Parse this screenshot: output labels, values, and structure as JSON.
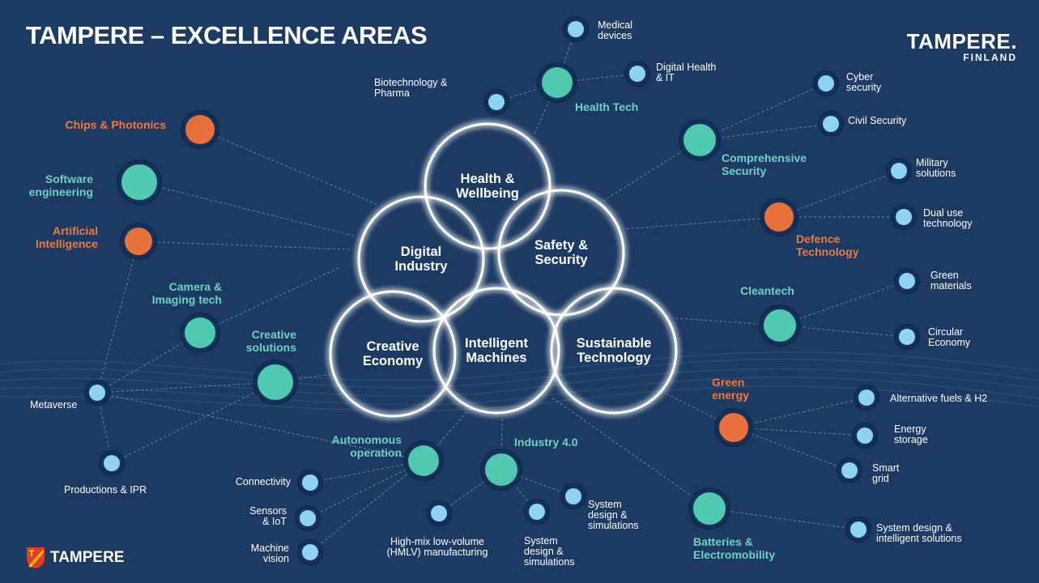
{
  "title": "TAMPERE – EXCELLENCE AREAS",
  "brand_top_right": {
    "name": "TAMPERE.",
    "sub": "FINLAND"
  },
  "brand_bottom_left": {
    "name": "TAMPERE"
  },
  "colors": {
    "background": "#1c3a62",
    "teal": "#4fc9b0",
    "orange": "#e8703a",
    "small": "#8fd3f4",
    "teal_text": "#6fd3bf",
    "orange_text": "#f07a3e"
  },
  "areas": [
    {
      "id": "health",
      "label": [
        "Health &",
        "Wellbeing"
      ]
    },
    {
      "id": "digital",
      "label": [
        "Digital",
        "Industry"
      ]
    },
    {
      "id": "safety",
      "label": [
        "Safety &",
        "Security"
      ]
    },
    {
      "id": "creative",
      "label": [
        "Creative",
        "Economy"
      ]
    },
    {
      "id": "intelligent",
      "label": [
        "Intelligent",
        "Machines"
      ]
    },
    {
      "id": "sustainable",
      "label": [
        "Sustainable",
        "Technology"
      ]
    }
  ],
  "nodes": [
    {
      "id": "chips",
      "type": "orange",
      "label": [
        "Chips & Photonics"
      ]
    },
    {
      "id": "software",
      "type": "teal",
      "label": [
        "Software",
        "engineering"
      ]
    },
    {
      "id": "ai",
      "type": "orange",
      "label": [
        "Artificial",
        "Intelligence"
      ]
    },
    {
      "id": "camera",
      "type": "teal",
      "label": [
        "Camera &",
        "Imaging tech"
      ]
    },
    {
      "id": "creativesol",
      "type": "teal",
      "label": [
        "Creative",
        "solutions"
      ]
    },
    {
      "id": "metaverse",
      "type": "small",
      "label": [
        "Metaverse"
      ]
    },
    {
      "id": "productions",
      "type": "small",
      "label": [
        "Productions & IPR"
      ]
    },
    {
      "id": "autonomous",
      "type": "teal",
      "label": [
        "Autonomous",
        "operation"
      ]
    },
    {
      "id": "connectivity",
      "type": "small",
      "label": [
        "Connectivity"
      ]
    },
    {
      "id": "sensors",
      "type": "small",
      "label": [
        "Sensors",
        "& IoT"
      ]
    },
    {
      "id": "machinevision",
      "type": "small",
      "label": [
        "Machine",
        "vision"
      ]
    },
    {
      "id": "industry40",
      "type": "teal",
      "label": [
        "Industry 4.0"
      ]
    },
    {
      "id": "hmlv",
      "type": "small",
      "label": [
        "High-mix low-volume",
        "(HMLV) manufacturing"
      ]
    },
    {
      "id": "sysdesign1",
      "type": "small",
      "label": [
        "System",
        "design &",
        "simulations"
      ]
    },
    {
      "id": "sysdesign2",
      "type": "small",
      "label": [
        "System",
        "design &",
        "simulations"
      ]
    },
    {
      "id": "batteries",
      "type": "teal",
      "label": [
        "Batteries &",
        "Electromobility"
      ]
    },
    {
      "id": "sysdesign3",
      "type": "small",
      "label": [
        "System design &",
        "intelligent solutions"
      ]
    },
    {
      "id": "greenenergy",
      "type": "orange",
      "label": [
        "Green",
        "energy"
      ]
    },
    {
      "id": "altfuels",
      "type": "small",
      "label": [
        "Alternative fuels & H2"
      ]
    },
    {
      "id": "storage",
      "type": "small",
      "label": [
        "Energy",
        "storage"
      ]
    },
    {
      "id": "smartgrid",
      "type": "small",
      "label": [
        "Smart",
        "grid"
      ]
    },
    {
      "id": "cleantech",
      "type": "teal",
      "label": [
        "Cleantech"
      ]
    },
    {
      "id": "greenmaterials",
      "type": "small",
      "label": [
        "Green",
        "materials"
      ]
    },
    {
      "id": "circular",
      "type": "small",
      "label": [
        "Circular",
        "Economy"
      ]
    },
    {
      "id": "defence",
      "type": "orange",
      "label": [
        "Defence",
        "Technology"
      ]
    },
    {
      "id": "military",
      "type": "small",
      "label": [
        "Military",
        "solutions"
      ]
    },
    {
      "id": "dualuse",
      "type": "small",
      "label": [
        "Dual use",
        "technology"
      ]
    },
    {
      "id": "comprehensive",
      "type": "teal",
      "label": [
        "Comprehensive",
        "Security"
      ]
    },
    {
      "id": "cyber",
      "type": "small",
      "label": [
        "Cyber",
        "security"
      ]
    },
    {
      "id": "civil",
      "type": "small",
      "label": [
        "Civil Security"
      ]
    },
    {
      "id": "healthtech",
      "type": "teal",
      "label": [
        "Health Tech"
      ]
    },
    {
      "id": "medical",
      "type": "small",
      "label": [
        "Medical",
        "devices"
      ]
    },
    {
      "id": "digitalhealth",
      "type": "small",
      "label": [
        "Digital Health",
        "& IT"
      ]
    },
    {
      "id": "biotech",
      "type": "small",
      "label": [
        "Biotechnology &",
        "Pharma"
      ]
    }
  ]
}
